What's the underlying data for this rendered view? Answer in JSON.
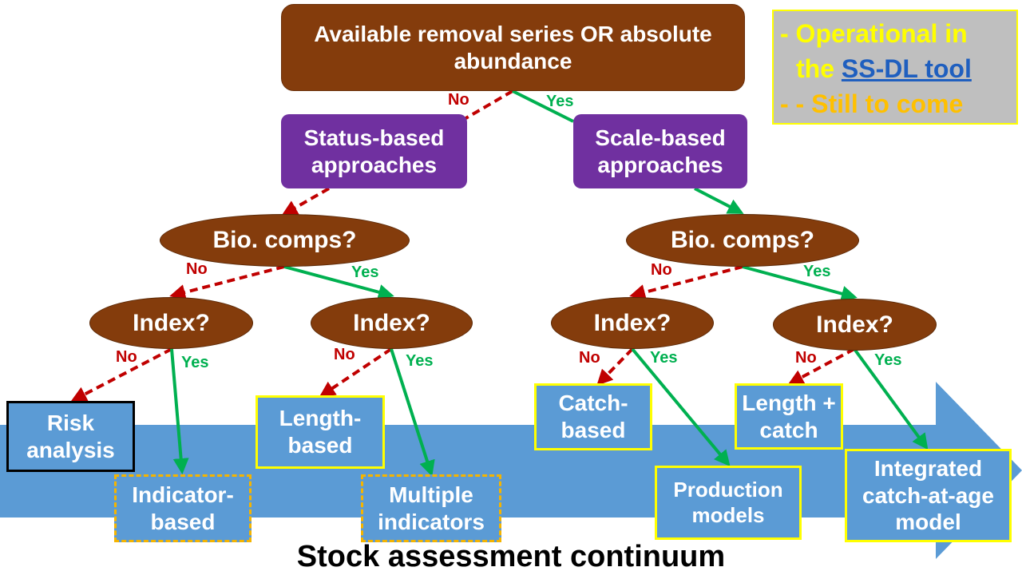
{
  "colors": {
    "arrow_band": "#5b9bd5",
    "brown": "#843c0c",
    "purple": "#7030a0",
    "no_edge": "#c00000",
    "yes_edge": "#00b050",
    "operational_border": "#ffff00",
    "still_to_come_border": "#f5b400"
  },
  "nodes": {
    "root": "Available removal series OR absolute abundance",
    "status_based": "Status-based approaches",
    "scale_based": "Scale-based approaches",
    "bio_comps_left": "Bio. comps?",
    "bio_comps_right": "Bio. comps?",
    "index_1": "Index?",
    "index_2": "Index?",
    "index_3": "Index?",
    "index_4": "Index?",
    "risk_analysis": "Risk analysis",
    "indicator_based": "Indicator-based",
    "length_based": "Length-based",
    "multiple_indicators": "Multiple indicators",
    "catch_based": "Catch-based",
    "production_models": "Production models",
    "length_catch": "Length + catch",
    "integrated_model": "Integrated catch-at-age model"
  },
  "edge_labels": {
    "no": "No",
    "yes": "Yes"
  },
  "legend": {
    "operational_dash": "-",
    "operational_text_1": "Operational in",
    "operational_text_2": "the",
    "tool_link": "SS-DL tool",
    "still_dash": "- -",
    "still_text": "Still to come"
  },
  "footer": {
    "title": "Stock assessment continuum"
  }
}
